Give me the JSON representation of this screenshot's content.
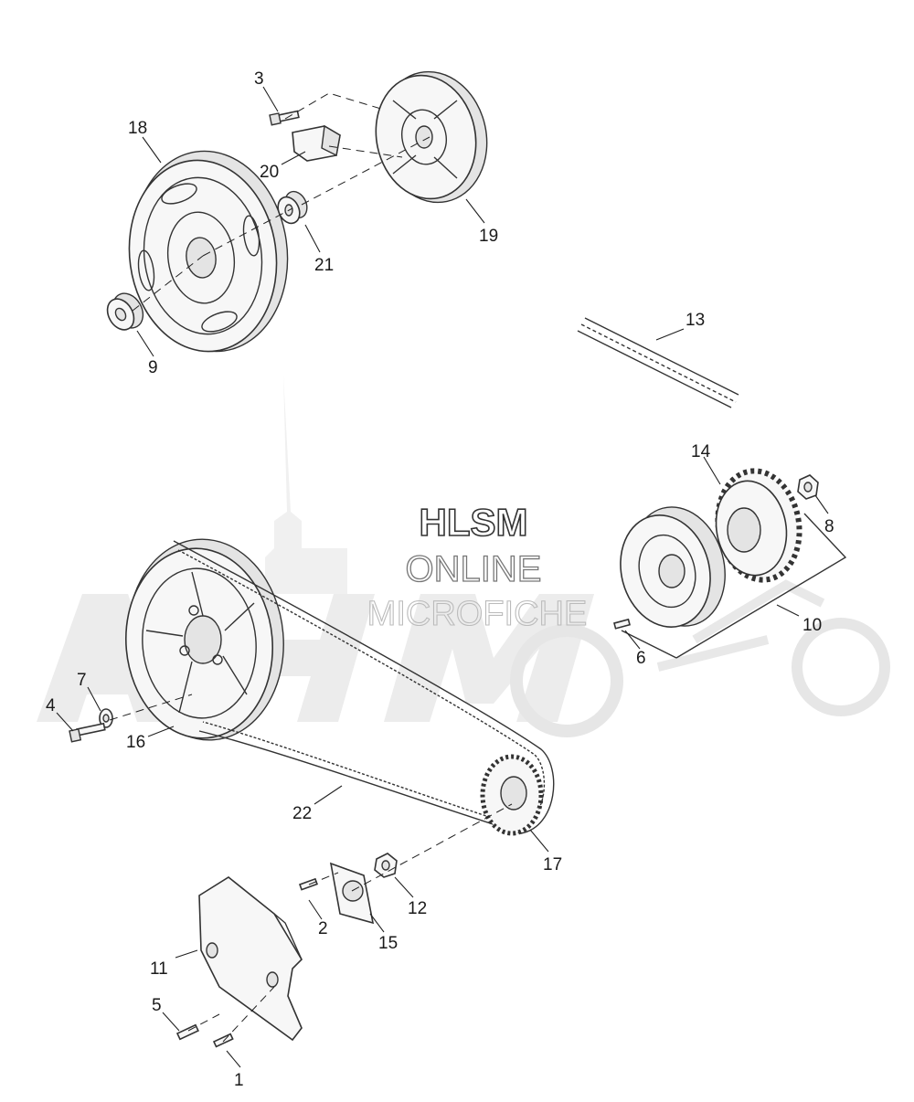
{
  "watermark": {
    "line1": "HLSM",
    "line2": "ONLINE",
    "line3": "MICROFICHE"
  },
  "callouts": [
    "1",
    "2",
    "3",
    "4",
    "5",
    "6",
    "7",
    "8",
    "9",
    "10",
    "11",
    "12",
    "13",
    "14",
    "15",
    "16",
    "17",
    "18",
    "19",
    "20",
    "21",
    "22"
  ],
  "colors": {
    "ink": "#333333",
    "background": "#ffffff",
    "watermark_fill": "#ececec"
  }
}
